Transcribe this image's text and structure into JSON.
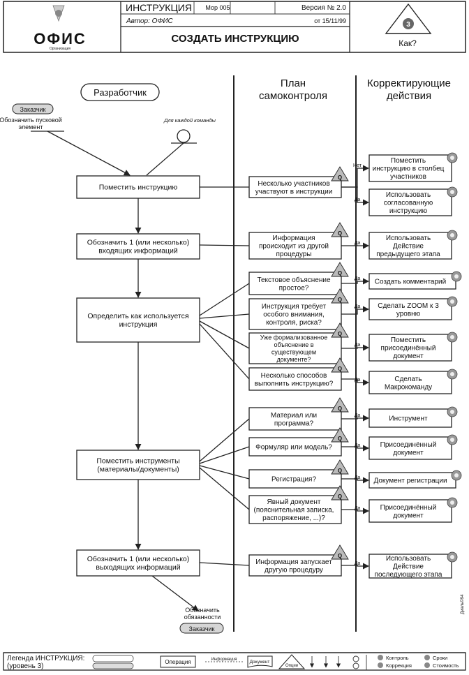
{
  "header": {
    "logo_name": "ОФИС",
    "logo_sub": "Организация",
    "doc_type": "ИНСТРУКЦИЯ",
    "code": "Мор 005",
    "version": "Версия № 2.0",
    "author": "Автор: ОФИС",
    "date": "от 15/11/99",
    "title": "СОЗДАТЬ ИНСТРУКЦИЮ",
    "how_label": "Как?"
  },
  "columns": {
    "plan": [
      "План",
      "самоконтроля"
    ],
    "corrective": [
      "Корректирующие",
      "действия"
    ]
  },
  "actor": "Разработчик",
  "client_label": "Заказчик",
  "start_note": [
    "Обозначить пусковой",
    "элемент"
  ],
  "each_command": "Для каждой команды",
  "end_note": [
    "Обозначить",
    "обязанности"
  ],
  "end_client": "Заказчик",
  "steps": [
    {
      "lines": [
        "Поместить инструкцию"
      ]
    },
    {
      "lines": [
        "Обозначить 1 (или несколько)",
        "входящих информаций"
      ]
    },
    {
      "lines": [
        "Определить как используется",
        "инструкция"
      ]
    },
    {
      "lines": [
        "Поместить инструменты",
        "(материалы/документы)"
      ]
    },
    {
      "lines": [
        "Обозначить 1 (или несколько)",
        "выходящих информаций"
      ]
    }
  ],
  "checks": [
    {
      "lines": [
        "Несколько участников",
        "участвуют в инструкции"
      ]
    },
    {
      "lines": [
        "Информация",
        "происходит из другой",
        "процедуры"
      ]
    },
    {
      "lines": [
        "Текстовое объяснение",
        "простое?"
      ]
    },
    {
      "lines": [
        "Инструкция требует",
        "особого внимания,",
        "контроля, риска?"
      ]
    },
    {
      "lines": [
        "Уже формализованное",
        "объяснение в",
        "существующем",
        "документе?"
      ]
    },
    {
      "lines": [
        "Несколько способов",
        "выполнить инструкцию?"
      ]
    },
    {
      "lines": [
        "Материал или",
        "программа?"
      ]
    },
    {
      "lines": [
        "Формуляр или модель?"
      ]
    },
    {
      "lines": [
        "Регистрация?"
      ]
    },
    {
      "lines": [
        "Явный документ",
        "(пояснительная записка,",
        "распоряжение, ...)?"
      ]
    },
    {
      "lines": [
        "Информация запускает",
        "другую процедуру"
      ]
    }
  ],
  "actions": [
    {
      "lines": [
        "Поместить",
        "инструкцию в столбец",
        "участников"
      ]
    },
    {
      "lines": [
        "Использовать",
        "согласованную",
        "инструкцию"
      ]
    },
    {
      "lines": [
        "Использовать",
        "Действие",
        "предыдущего этапа"
      ]
    },
    {
      "lines": [
        "Создать комментарий"
      ]
    },
    {
      "lines": [
        "Сделать ZOOM к 3",
        "уровню"
      ]
    },
    {
      "lines": [
        "Поместить",
        "присоединённый",
        "документ"
      ]
    },
    {
      "lines": [
        "Сделать",
        "Макрокоманду"
      ]
    },
    {
      "lines": [
        "Инструмент"
      ]
    },
    {
      "lines": [
        "Присоединённый",
        "документ"
      ]
    },
    {
      "lines": [
        "Документ регистрации"
      ]
    },
    {
      "lines": [
        "Присоединённый",
        "документ"
      ]
    },
    {
      "lines": [
        "Использовать",
        "Действие",
        "последующего этапа"
      ]
    }
  ],
  "labels": {
    "no": "Нет",
    "yes": "Да",
    "q": "Q"
  },
  "side_stamp": "Диаль©94",
  "legend": {
    "title": [
      "Легенда ИНСТРУКЦИЯ:",
      "(уровень 3)"
    ],
    "items": [
      "Операция",
      "Информация",
      "Документ",
      "Опции",
      "Контроль",
      "Коррекция",
      "Сроки",
      "Стоимость"
    ]
  }
}
